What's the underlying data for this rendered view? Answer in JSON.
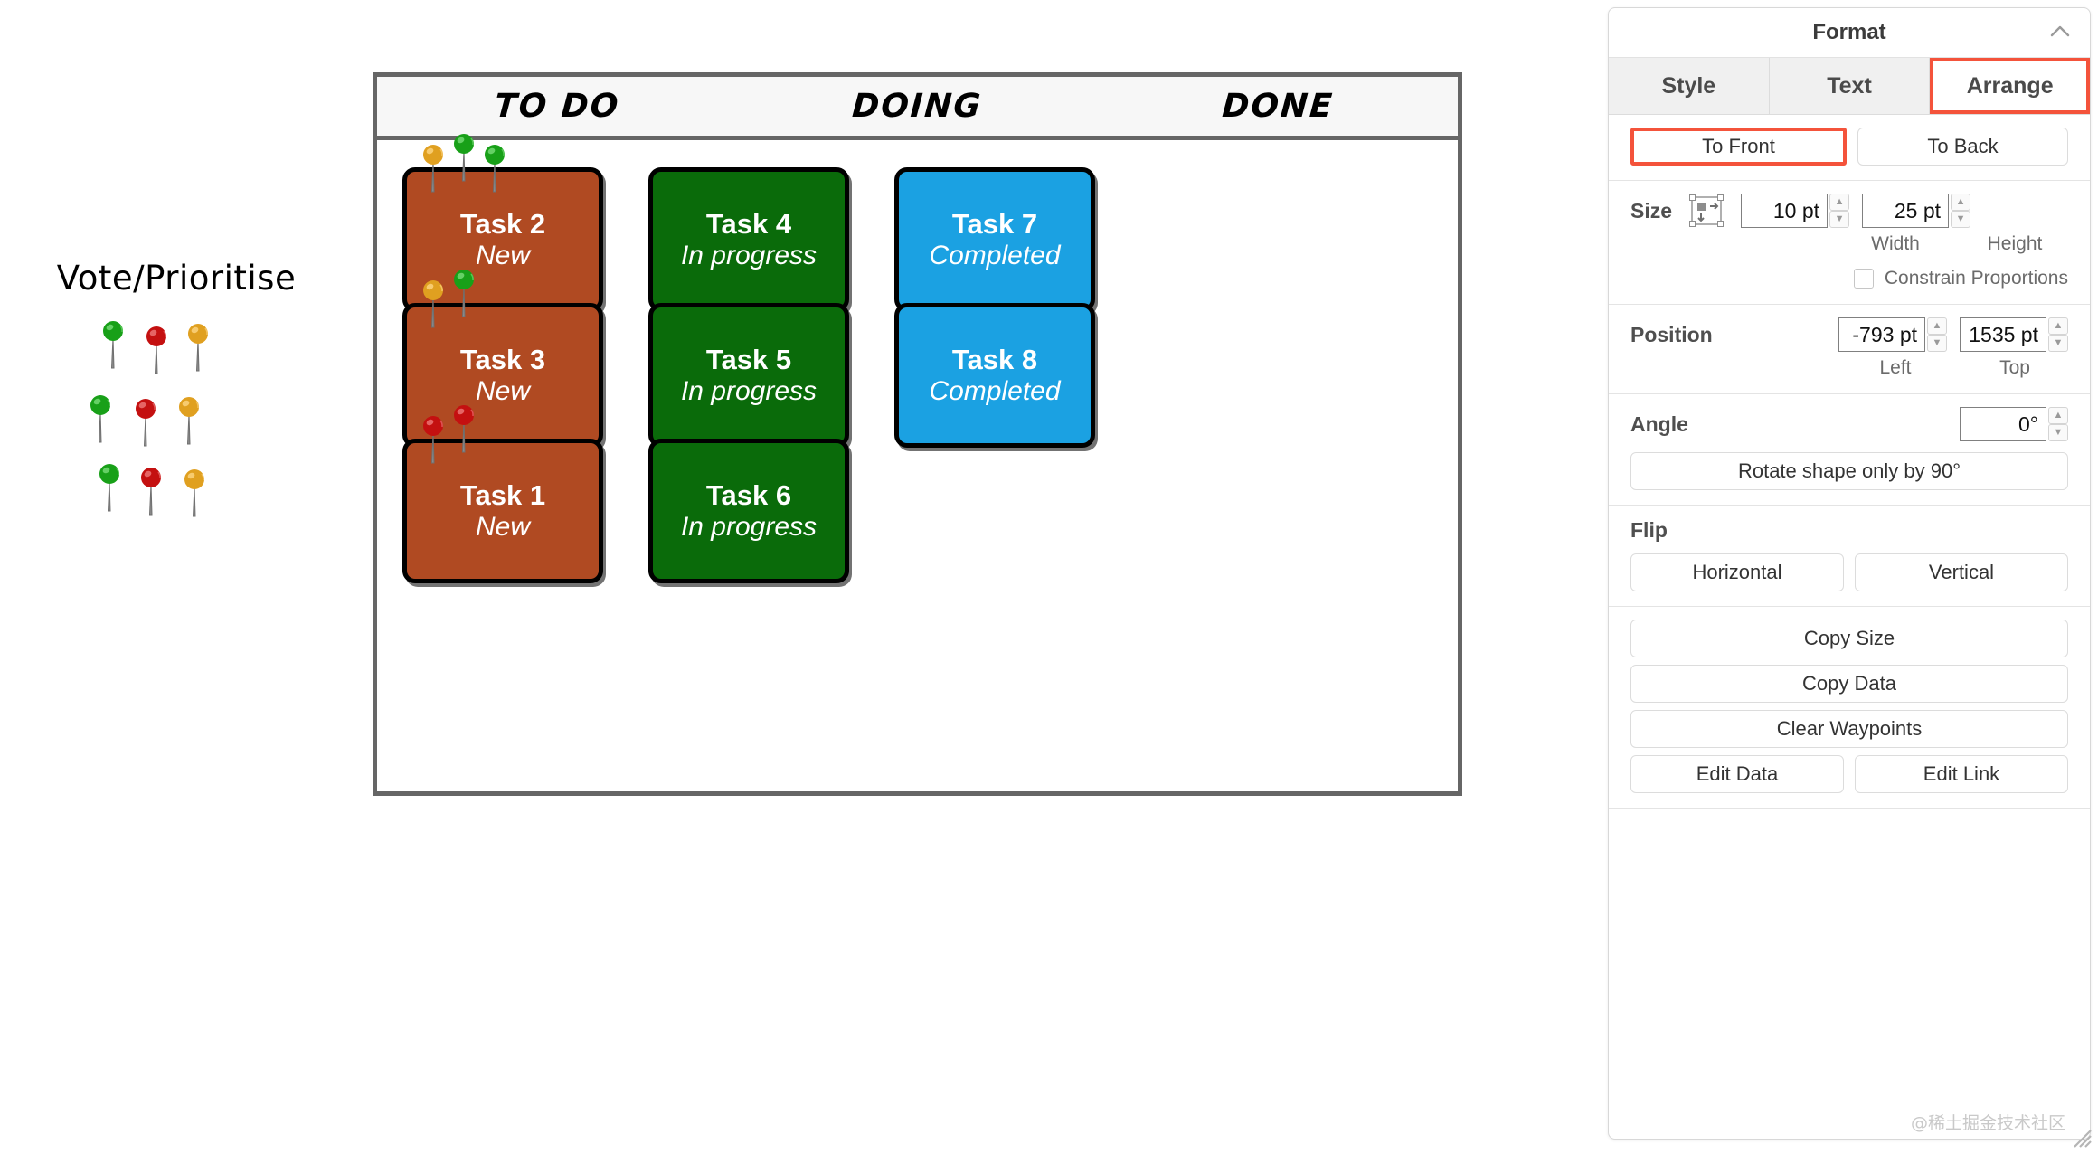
{
  "legend": {
    "title": "Vote/Prioritise",
    "pin_rows": [
      [
        "green",
        "red",
        "orange"
      ],
      [
        "green",
        "red",
        "orange"
      ],
      [
        "green",
        "red",
        "orange"
      ]
    ]
  },
  "board": {
    "columns": [
      "TO DO",
      "DOING",
      "DONE"
    ],
    "cards": [
      {
        "title": "Task 2",
        "status": "New",
        "color": "brown",
        "col": 0,
        "row": 0,
        "pins": [
          "orange",
          "green",
          "green"
        ]
      },
      {
        "title": "Task 3",
        "status": "New",
        "color": "brown",
        "col": 0,
        "row": 1,
        "pins": [
          "orange",
          "green"
        ]
      },
      {
        "title": "Task 1",
        "status": "New",
        "color": "brown",
        "col": 0,
        "row": 2,
        "pins": [
          "red",
          "red"
        ]
      },
      {
        "title": "Task 4",
        "status": "In progress",
        "color": "green",
        "col": 1,
        "row": 0,
        "pins": []
      },
      {
        "title": "Task 5",
        "status": "In progress",
        "color": "green",
        "col": 1,
        "row": 1,
        "pins": []
      },
      {
        "title": "Task 6",
        "status": "In progress",
        "color": "green",
        "col": 1,
        "row": 2,
        "pins": []
      },
      {
        "title": "Task 7",
        "status": "Completed",
        "color": "blue",
        "col": 2,
        "row": 0,
        "pins": []
      },
      {
        "title": "Task 8",
        "status": "Completed",
        "color": "blue",
        "col": 2,
        "row": 1,
        "pins": []
      }
    ]
  },
  "panel": {
    "title": "Format",
    "collapse_icon": "chevron-up-icon",
    "tabs": [
      {
        "label": "Style",
        "active": false,
        "highlighted": false
      },
      {
        "label": "Text",
        "active": false,
        "highlighted": false
      },
      {
        "label": "Arrange",
        "active": true,
        "highlighted": true
      }
    ],
    "order": {
      "to_front": "To Front",
      "to_back": "To Back",
      "to_front_highlighted": true
    },
    "size": {
      "label": "Size",
      "icon": "autosize-icon",
      "width_value": "10 pt",
      "height_value": "25 pt",
      "width_caption": "Width",
      "height_caption": "Height",
      "constrain_label": "Constrain Proportions",
      "constrain_checked": false
    },
    "position": {
      "label": "Position",
      "left_value": "-793 pt",
      "top_value": "1535 pt",
      "left_caption": "Left",
      "top_caption": "Top"
    },
    "angle": {
      "label": "Angle",
      "value": "0°",
      "rotate_button": "Rotate shape only by 90°"
    },
    "flip": {
      "label": "Flip",
      "horizontal": "Horizontal",
      "vertical": "Vertical"
    },
    "actions": [
      "Copy Size",
      "Copy Data",
      "Clear Waypoints"
    ],
    "edit_actions": [
      "Edit Data",
      "Edit Link"
    ]
  },
  "watermark": "@稀土掘金技术社区",
  "colors": {
    "brown": "#b04a22",
    "green": "#0a6b0a",
    "blue": "#1ba1e2",
    "highlight": "#f4533b",
    "board_border": "#666666"
  }
}
